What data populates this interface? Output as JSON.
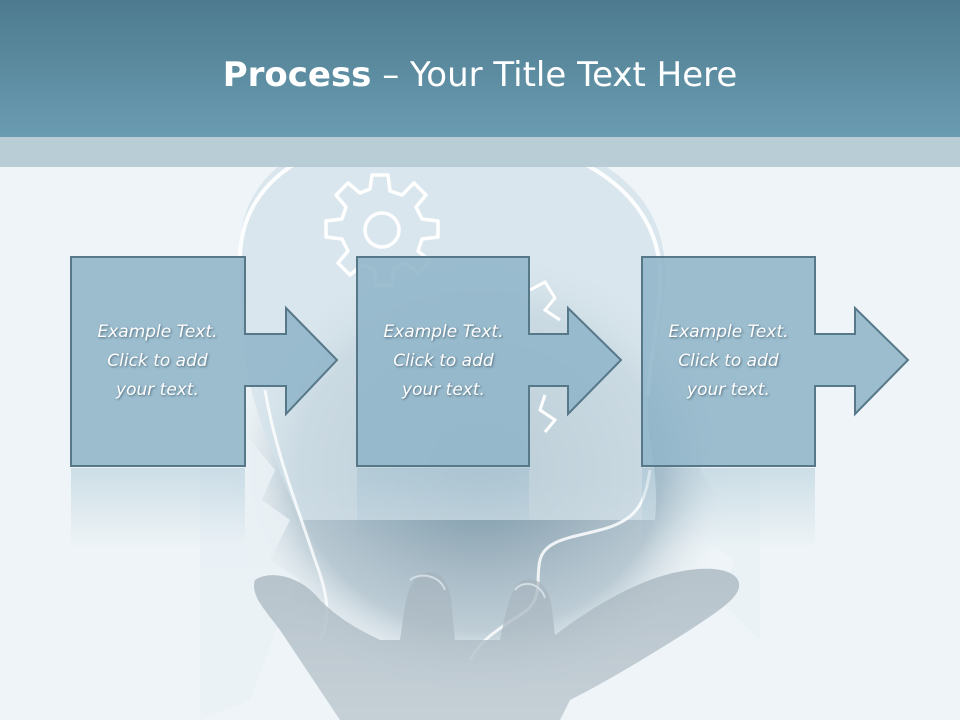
{
  "title": {
    "bold": "Process",
    "rest": " – Your Title Text Here"
  },
  "steps": [
    {
      "line1": "Example Text.",
      "line2": "Click  to add",
      "line3": "your text."
    },
    {
      "line1": "Example Text.",
      "line2": "Click  to add",
      "line3": "your text."
    },
    {
      "line1": "Example Text.",
      "line2": "Click  to add",
      "line3": "your text."
    }
  ],
  "colors": {
    "header": "#5f8fa5",
    "strip": "#b9cdd7",
    "box_fill": "#8fb5c8",
    "box_stroke": "#567889",
    "background": "#eef4f7"
  },
  "icons": [
    "gear-icon",
    "lightbulb-head-illustration",
    "open-hand-illustration"
  ]
}
